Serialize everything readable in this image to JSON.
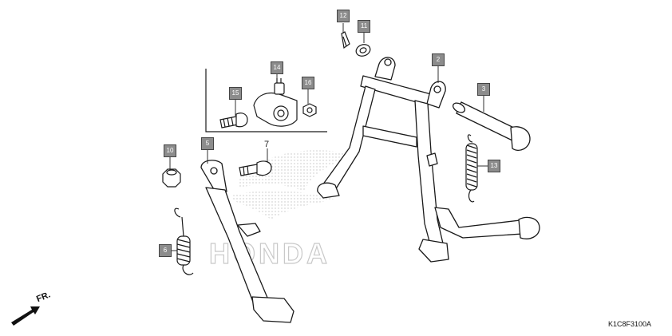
{
  "diagram": {
    "callouts": [
      {
        "id": "c12",
        "label": "12"
      },
      {
        "id": "c11",
        "label": "11"
      },
      {
        "id": "c2",
        "label": "2"
      },
      {
        "id": "c14",
        "label": "14"
      },
      {
        "id": "c16",
        "label": "16"
      },
      {
        "id": "c15",
        "label": "15"
      },
      {
        "id": "c3",
        "label": "3"
      },
      {
        "id": "c10",
        "label": "10"
      },
      {
        "id": "c5",
        "label": "5"
      },
      {
        "id": "c13",
        "label": "13"
      },
      {
        "id": "c6",
        "label": "6"
      }
    ],
    "plain_label_7": "7",
    "direction_label": "FR.",
    "drawing_code": "K1C8F3100A",
    "watermark_text": "HONDA",
    "colors": {
      "callout_fill": "#8c8c8c",
      "line": "#1a1a1a",
      "watermark": "#c9c9c9"
    }
  }
}
